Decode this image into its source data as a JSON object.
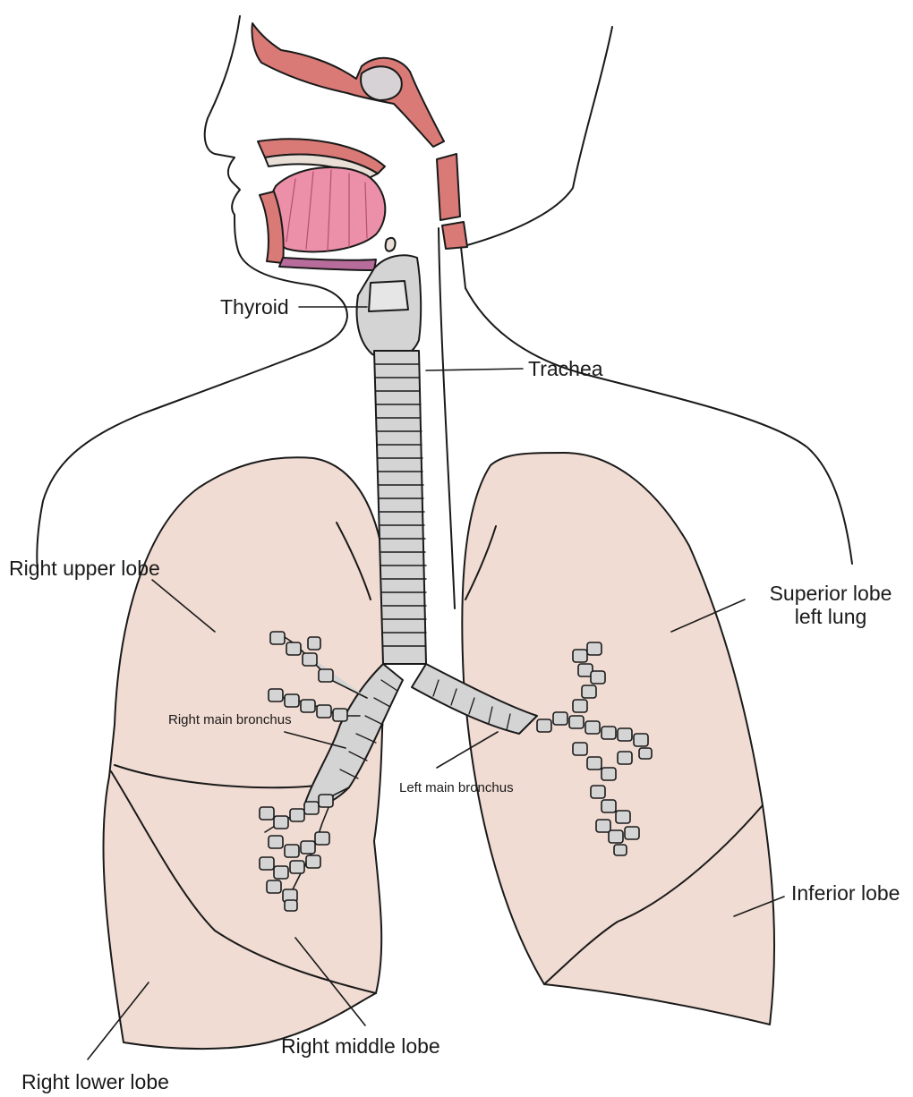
{
  "labels": {
    "thyroid": "Thyroid",
    "trachea": "Trachea",
    "right_upper_lobe": "Right upper lobe",
    "superior_lobe_line1": "Superior lobe",
    "superior_lobe_line2": "left lung",
    "right_main_bronchus": "Right main bronchus",
    "left_main_bronchus": "Left main bronchus",
    "inferior_lobe": "Inferior lobe",
    "right_middle_lobe": "Right middle lobe",
    "right_lower_lobe": "Right lower lobe"
  },
  "colors": {
    "lung_fill": "#f1dcd3",
    "outline": "#1a1a1a",
    "airway_fill": "#d4d4d4",
    "tissue_red": "#d97a76",
    "tongue_pink": "#ec8fa9",
    "bone_beige": "#e9dfd7"
  }
}
